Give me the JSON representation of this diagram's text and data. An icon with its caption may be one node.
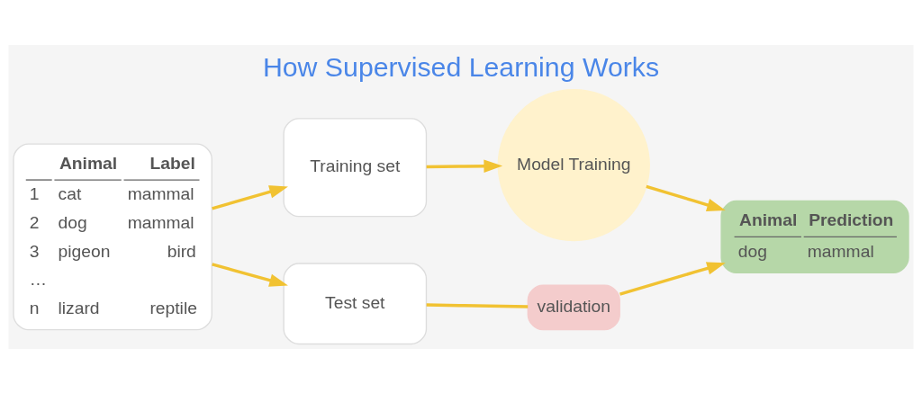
{
  "diagram": {
    "title": "How Supervised Learning Works",
    "nodes": [
      {
        "text": [
          "Animal",
          "Label",
          "1",
          "cat",
          "mammal",
          "2",
          "dog",
          "mammal",
          "3",
          "pigeon",
          "bird",
          "…",
          "n",
          "lizard",
          "reptile"
        ]
      },
      {
        "text": [
          "Training set"
        ]
      },
      {
        "text": [
          "Test set"
        ]
      },
      {
        "text": [
          "Model Training"
        ]
      },
      {
        "text": [
          "Animal",
          "Prediction",
          "dog",
          "mammal"
        ]
      },
      {
        "text": [
          "validation"
        ]
      }
    ],
    "edges": [
      {
        "from": 0,
        "to": 1,
        "arrow": "to"
      },
      {
        "from": 0,
        "to": 2,
        "arrow": "to"
      },
      {
        "from": 1,
        "to": 3,
        "arrow": "to"
      },
      {
        "from": 3,
        "to": 4,
        "arrow": "to"
      },
      {
        "from": 2,
        "to": 5,
        "arrow": "none"
      },
      {
        "from": 5,
        "to": 4,
        "arrow": "to"
      }
    ]
  }
}
